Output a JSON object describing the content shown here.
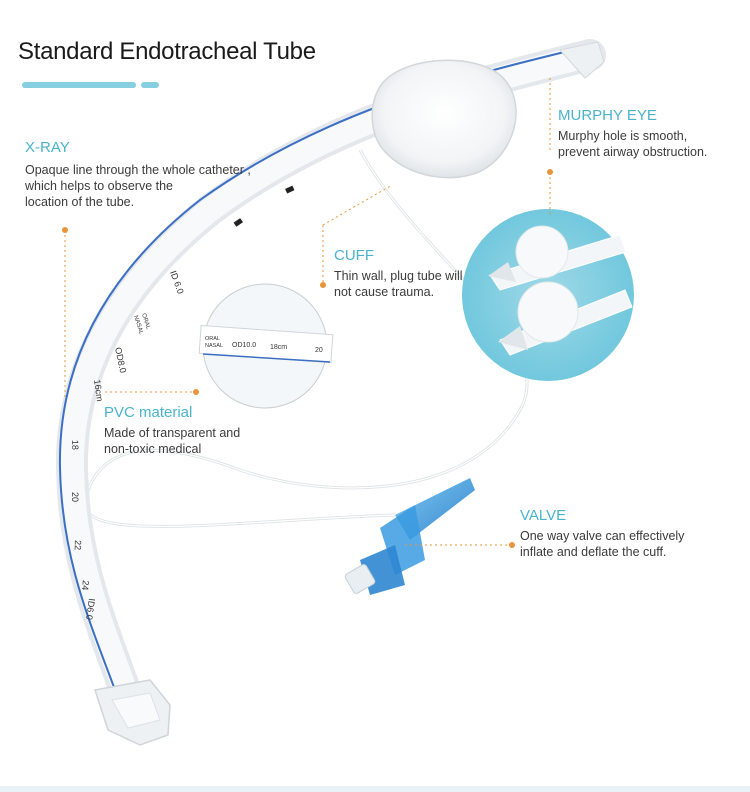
{
  "page": {
    "title": "Standard Endotracheal Tube",
    "accent_color": "#4ab3cc",
    "marker_color": "#e8943a"
  },
  "labels": {
    "xray": {
      "heading": "X-RAY",
      "line1": "Opaque line through the whole catheter ,",
      "line2": "which helps to observe the",
      "line3": "location of the tube."
    },
    "cuff": {
      "heading": "CUFF",
      "line1": "Thin wall, plug tube will",
      "line2": "not cause trauma."
    },
    "murphy": {
      "heading": "MURPHY EYE",
      "line1": "Murphy hole is smooth,",
      "line2": "prevent airway obstruction."
    },
    "pvc": {
      "heading": "PVC material",
      "line1": "Made of transparent and",
      "line2": "non-toxic medical"
    },
    "valve": {
      "heading": "VALVE",
      "line1": "One way valve can effectively",
      "line2": "inflate and deflate the cuff."
    }
  },
  "tube_markings": {
    "id_mark": "ID 6.0",
    "od_mark": "OD8.0",
    "m16": "16cm",
    "m18": "18",
    "m20": "20",
    "m22": "22",
    "m24": "24",
    "bottom_id": "ID6.0",
    "oral": "ORAL",
    "nasal": "NASAL"
  },
  "zoom_inset": {
    "oral": "ORAL",
    "nasal": "NASAL",
    "od": "OD10.0",
    "m18": "18cm",
    "m20": "20"
  }
}
